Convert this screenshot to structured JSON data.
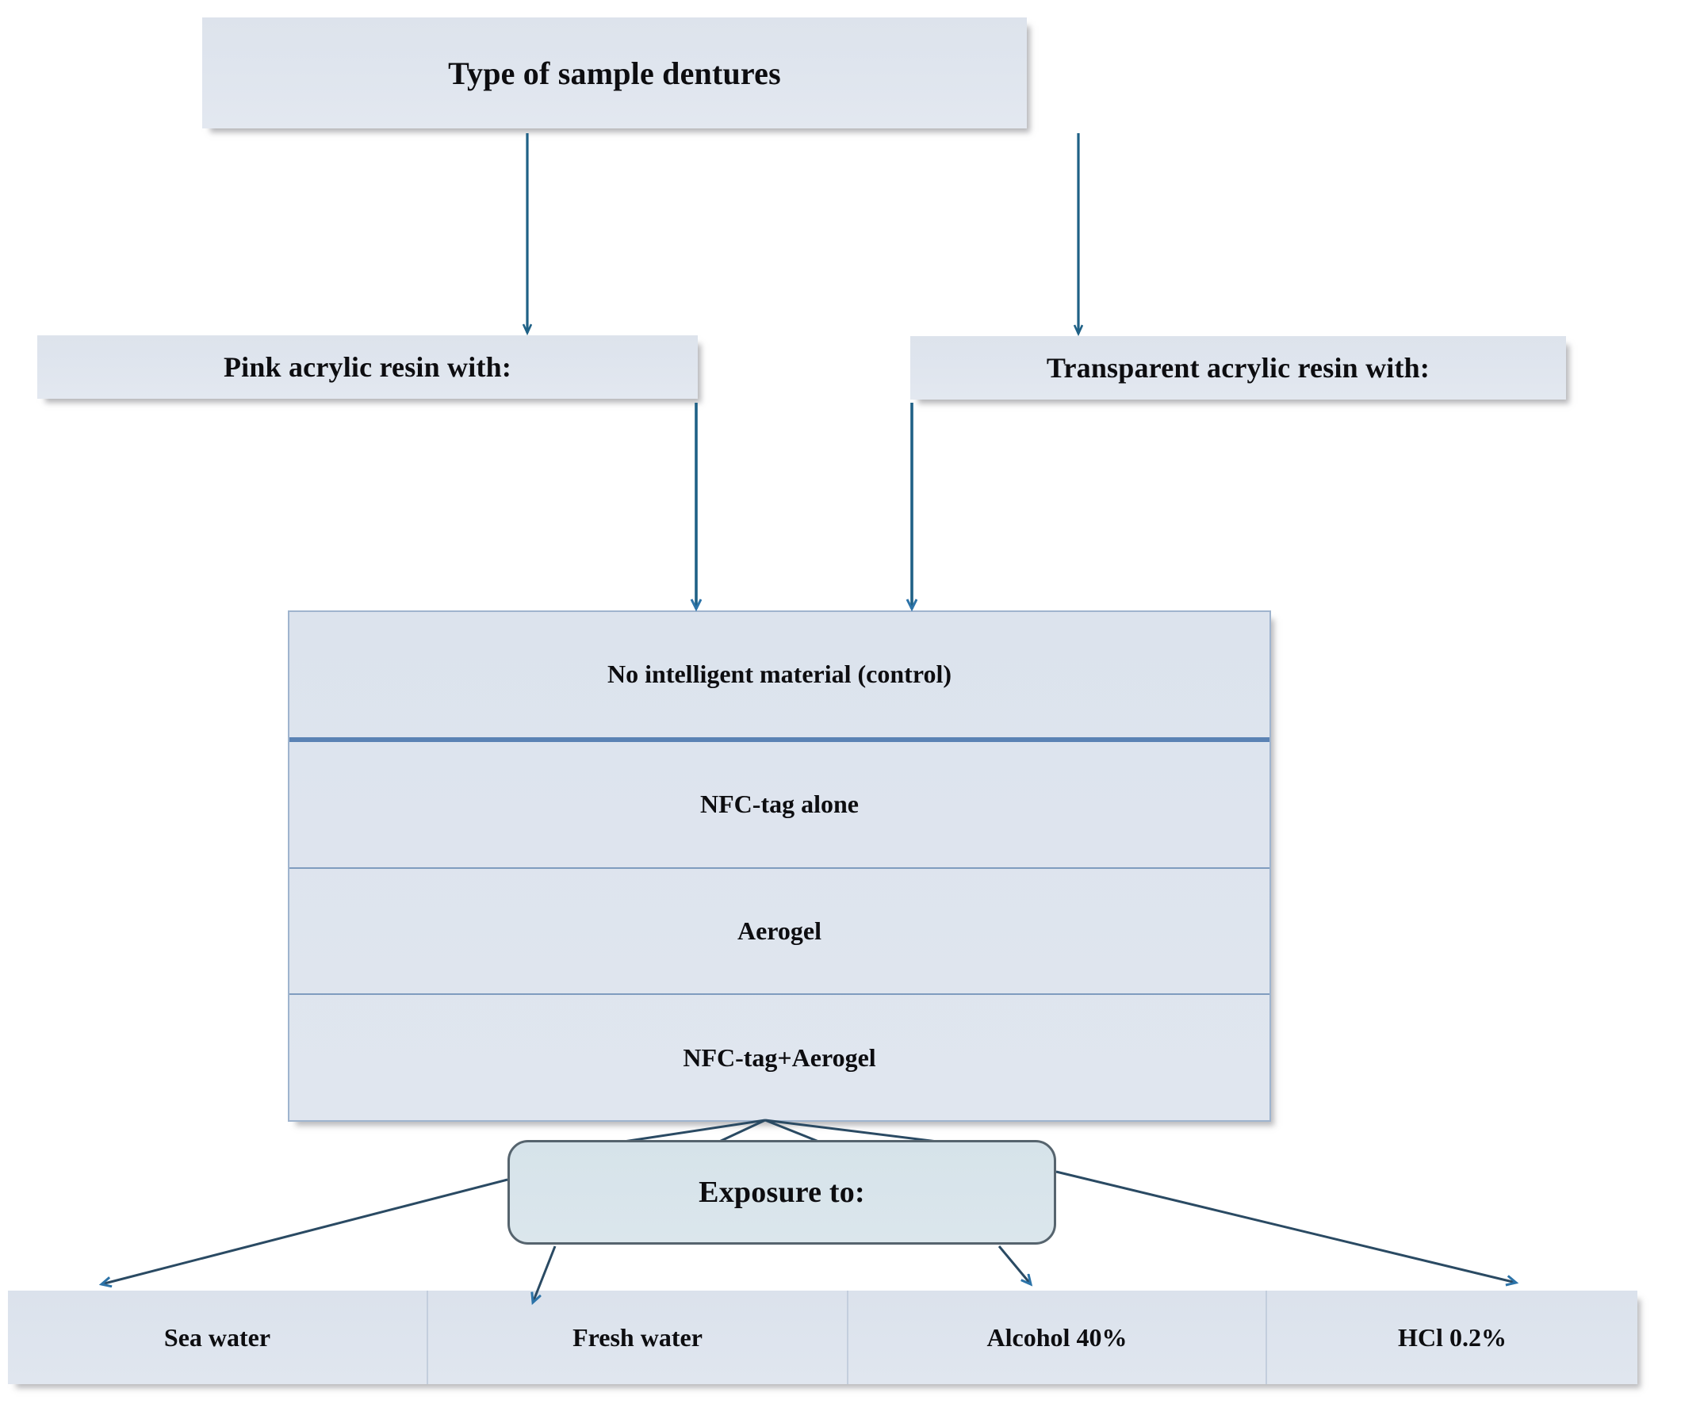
{
  "diagram": {
    "title_box": {
      "label": "Type of sample dentures"
    },
    "resin_types": [
      {
        "label": "Pink acrylic resin with:"
      },
      {
        "label": "Transparent acrylic resin with:"
      }
    ],
    "material_groups": [
      {
        "label": "No intelligent material (control)"
      },
      {
        "label": "NFC-tag alone"
      },
      {
        "label": "Aerogel"
      },
      {
        "label": "NFC-tag+Aerogel"
      }
    ],
    "exposure_box": {
      "label": "Exposure to:"
    },
    "exposure_media": [
      {
        "label": "Sea water"
      },
      {
        "label": "Fresh water"
      },
      {
        "label": "Alcohol 40%"
      },
      {
        "label": "HCl 0.2%"
      }
    ],
    "colors": {
      "box_fill": "#dfe5ee",
      "box_border": "#9fb4ce",
      "divider": "#7f9cbf",
      "divider_thick": "#5a82b4",
      "arrow": "#1f6186",
      "arrow_dark": "#2a4a63",
      "rounded_border": "#56646e",
      "rounded_fill": "#d8e4ea",
      "text": "#0d0d10",
      "page_background": "#ffffff"
    }
  }
}
